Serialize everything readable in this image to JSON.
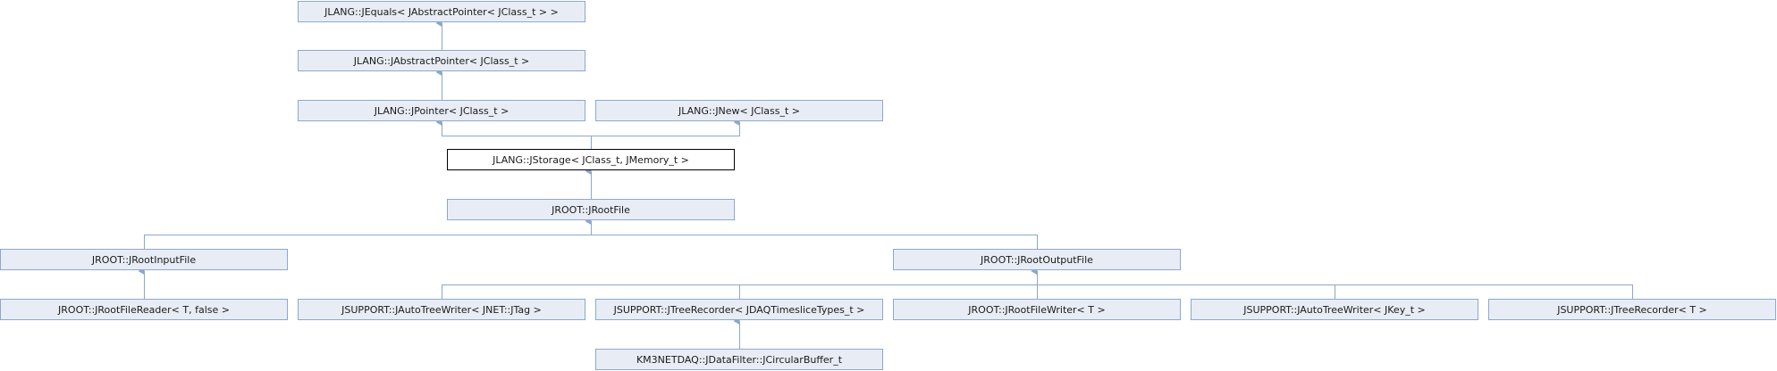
{
  "diagram": {
    "colors": {
      "node_fill": "#e8edf5",
      "node_border": "#8ea7cc",
      "edge": "#8ea7cc",
      "current_border": "#000000"
    },
    "nodes": [
      {
        "id": "jequals",
        "label": "JLANG::JEquals< JAbstractPointer< JClass_t > >"
      },
      {
        "id": "jabstractpointer",
        "label": "JLANG::JAbstractPointer< JClass_t >"
      },
      {
        "id": "jpointer",
        "label": "JLANG::JPointer< JClass_t >"
      },
      {
        "id": "jnew",
        "label": "JLANG::JNew< JClass_t >"
      },
      {
        "id": "jstorage",
        "label": "JLANG::JStorage< JClass_t, JMemory_t >",
        "current": true
      },
      {
        "id": "jrootfile",
        "label": "JROOT::JRootFile"
      },
      {
        "id": "jrootinputfile",
        "label": "JROOT::JRootInputFile"
      },
      {
        "id": "jrootoutputfile",
        "label": "JROOT::JRootOutputFile"
      },
      {
        "id": "jrootfilereader",
        "label": "JROOT::JRootFileReader< T, false >"
      },
      {
        "id": "jautotreewriter_jnet",
        "label": "JSUPPORT::JAutoTreeWriter< JNET::JTag >"
      },
      {
        "id": "jtreerecorder_jdaq",
        "label": "JSUPPORT::JTreeRecorder< JDAQTimesliceTypes_t >"
      },
      {
        "id": "jrootfilewriter",
        "label": "JROOT::JRootFileWriter< T >"
      },
      {
        "id": "jautotreewriter_jkey",
        "label": "JSUPPORT::JAutoTreeWriter< JKey_t >"
      },
      {
        "id": "jtreerecorder_t",
        "label": "JSUPPORT::JTreeRecorder< T >"
      },
      {
        "id": "jcircularbuffer",
        "label": "KM3NETDAQ::JDataFilter::JCircularBuffer_t"
      }
    ],
    "edges": [
      {
        "from": "jabstractpointer",
        "to": "jequals"
      },
      {
        "from": "jpointer",
        "to": "jabstractpointer"
      },
      {
        "from": "jstorage",
        "to": "jpointer"
      },
      {
        "from": "jstorage",
        "to": "jnew"
      },
      {
        "from": "jrootfile",
        "to": "jstorage"
      },
      {
        "from": "jrootinputfile",
        "to": "jrootfile"
      },
      {
        "from": "jrootoutputfile",
        "to": "jrootfile"
      },
      {
        "from": "jrootfilereader",
        "to": "jrootinputfile"
      },
      {
        "from": "jautotreewriter_jnet",
        "to": "jrootoutputfile"
      },
      {
        "from": "jtreerecorder_jdaq",
        "to": "jrootoutputfile"
      },
      {
        "from": "jrootfilewriter",
        "to": "jrootoutputfile"
      },
      {
        "from": "jautotreewriter_jkey",
        "to": "jrootoutputfile"
      },
      {
        "from": "jtreerecorder_t",
        "to": "jrootoutputfile"
      },
      {
        "from": "jcircularbuffer",
        "to": "jtreerecorder_jdaq"
      }
    ]
  }
}
